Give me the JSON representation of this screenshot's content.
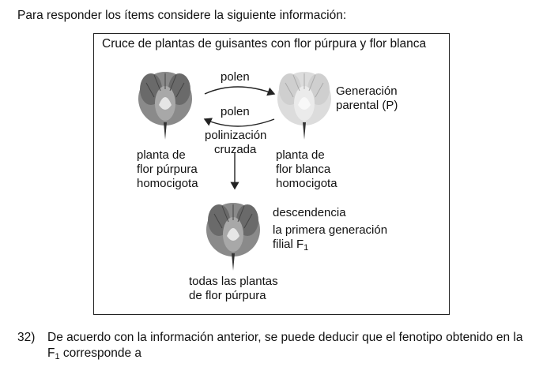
{
  "intro": "Para responder los ítems considere la siguiente información:",
  "figure": {
    "title": "Cruce de plantas de guisantes con flor púrpura y flor blanca",
    "arrow_top_label": "polen",
    "arrow_bottom_label": "polen",
    "cross_label_line1": "polinización",
    "cross_label_line2": "cruzada",
    "parental_label_line1": "Generación",
    "parental_label_line2": "parental (P)",
    "left_plant": {
      "line1": "planta de",
      "line2": "flor púrpura",
      "line3": "homocigota"
    },
    "right_plant": {
      "line1": "planta de",
      "line2": "flor blanca",
      "line3": "homocigota"
    },
    "offspring_label": "descendencia",
    "f1_label_line1": "la primera generación",
    "f1_label_line2": "filial F",
    "f1_subscript": "1",
    "bottom_caption_line1": "todas las plantas",
    "bottom_caption_line2": "de flor púrpura"
  },
  "question": {
    "number": "32)",
    "text_line1": "De acuerdo con la información anterior, se puede deducir que el fenotipo obtenido en la",
    "text_line2_prefix": "F",
    "text_line2_sub": "1",
    "text_line2_suffix": " corresponde a"
  },
  "colors": {
    "purple_flower": "#7a7a7a",
    "white_flower": "#d6d6d6",
    "stem": "#333333"
  }
}
